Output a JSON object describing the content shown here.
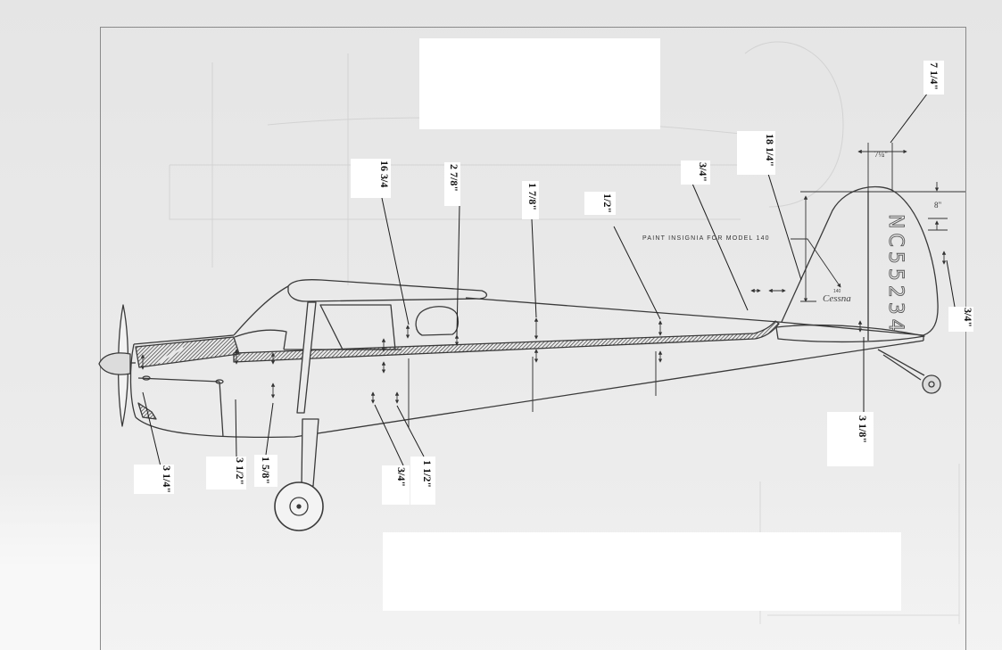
{
  "dimension_labels": [
    "7 1/4\"",
    "18 1/4\"",
    "3/4\"",
    "16 3/4",
    "2 7/8\"",
    "1 7/8\"",
    "1/2\"",
    "3/4\"",
    "3 1/8\"",
    "3 1/4\"",
    "3 1/2\"",
    "1 5/8\"",
    "3/4\"",
    "1 1/2\""
  ],
  "drawing_notes": {
    "paint_insignia": "PAINT INSIGNIA FOR MODEL 140",
    "logo_model": "140",
    "logo_brand": "Cessna",
    "registration": "NC55234",
    "fin_chord_dim": "7¼\"",
    "number_height_dim": "8\""
  }
}
